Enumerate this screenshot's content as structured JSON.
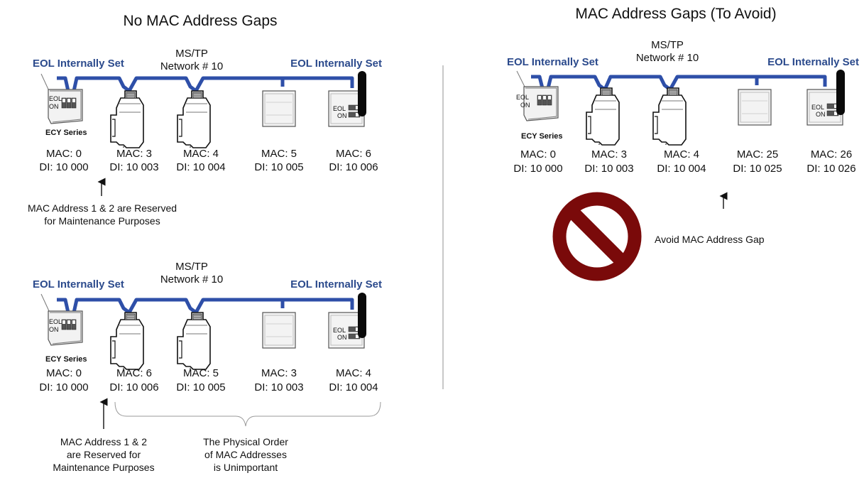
{
  "panels": {
    "top_left": {
      "title": "No MAC Address Gaps",
      "network_line1": "MS/TP",
      "network_line2": "Network # 10",
      "eol_left": "EOL Internally Set",
      "eol_right": "EOL Internally Set",
      "ecy_series": "ECY Series",
      "switch_eol": "EOL",
      "switch_on": "ON",
      "devices": [
        {
          "mac": "MAC: 0",
          "di": "DI: 10 000"
        },
        {
          "mac": "MAC: 3",
          "di": "DI: 10 003"
        },
        {
          "mac": "MAC: 4",
          "di": "DI: 10 004"
        },
        {
          "mac": "MAC: 5",
          "di": "DI: 10 005"
        },
        {
          "mac": "MAC: 6",
          "di": "DI: 10 006"
        }
      ],
      "note_line1": "MAC Address 1 & 2 are Reserved",
      "note_line2": "for Maintenance Purposes"
    },
    "bottom_left": {
      "network_line1": "MS/TP",
      "network_line2": "Network # 10",
      "eol_left": "EOL Internally Set",
      "eol_right": "EOL Internally Set",
      "ecy_series": "ECY Series",
      "switch_eol": "EOL",
      "switch_on": "ON",
      "devices": [
        {
          "mac": "MAC: 0",
          "di": "DI: 10 000"
        },
        {
          "mac": "MAC: 6",
          "di": "DI: 10 006"
        },
        {
          "mac": "MAC: 5",
          "di": "DI: 10 005"
        },
        {
          "mac": "MAC: 3",
          "di": "DI: 10 003"
        },
        {
          "mac": "MAC: 4",
          "di": "DI: 10 004"
        }
      ],
      "note_line1": "MAC Address 1 & 2",
      "note_line2": "are Reserved for",
      "note_line3": "Maintenance Purposes",
      "order_line1": "The Physical Order",
      "order_line2": "of MAC Addresses",
      "order_line3": "is Unimportant"
    },
    "right": {
      "title": "MAC Address Gaps (To Avoid)",
      "network_line1": "MS/TP",
      "network_line2": "Network # 10",
      "eol_left": "EOL Internally Set",
      "eol_right": "EOL Internally Set",
      "ecy_series": "ECY Series",
      "switch_eol": "EOL",
      "switch_on": "ON",
      "devices": [
        {
          "mac": "MAC: 0",
          "di": "DI: 10 000"
        },
        {
          "mac": "MAC: 3",
          "di": "DI: 10 003"
        },
        {
          "mac": "MAC: 4",
          "di": "DI: 10 004"
        },
        {
          "mac": "MAC: 25",
          "di": "DI: 10 025"
        },
        {
          "mac": "MAC: 26",
          "di": "DI: 10 026"
        }
      ],
      "avoid_label": "Avoid MAC Address Gap"
    }
  },
  "colors": {
    "bus": "#2e4fa8",
    "eol_text": "#2b4a8c",
    "prohibition": "#7a0a0a",
    "divider": "#c8c8c8"
  },
  "icons": [
    "ecy-controller-icon",
    "mstp-device-icon",
    "network-module-icon",
    "eol-controller-icon",
    "prohibition-icon",
    "up-arrow-icon"
  ]
}
